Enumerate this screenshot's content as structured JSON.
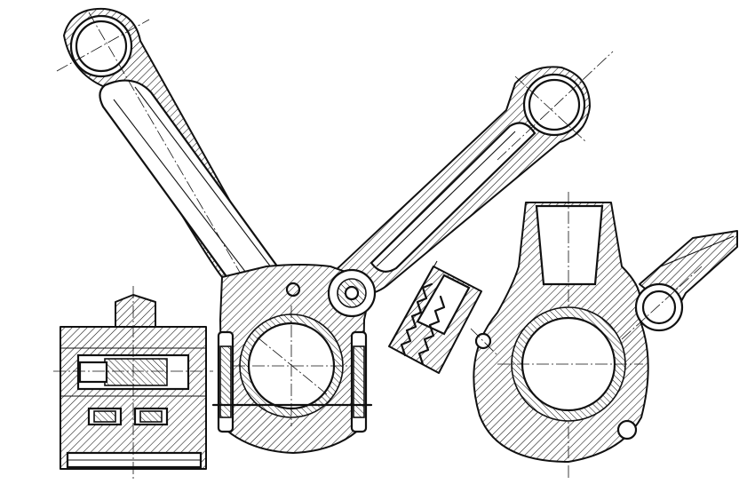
{
  "drawing": {
    "views": [
      {
        "id": "section-view",
        "description_name": "crank-pin-section"
      },
      {
        "id": "front-view",
        "description_name": "fork-and-blade-rods"
      },
      {
        "id": "detail-view",
        "description_name": "serrated-joint-detail"
      },
      {
        "id": "side-view",
        "description_name": "big-end-side-view"
      }
    ]
  }
}
